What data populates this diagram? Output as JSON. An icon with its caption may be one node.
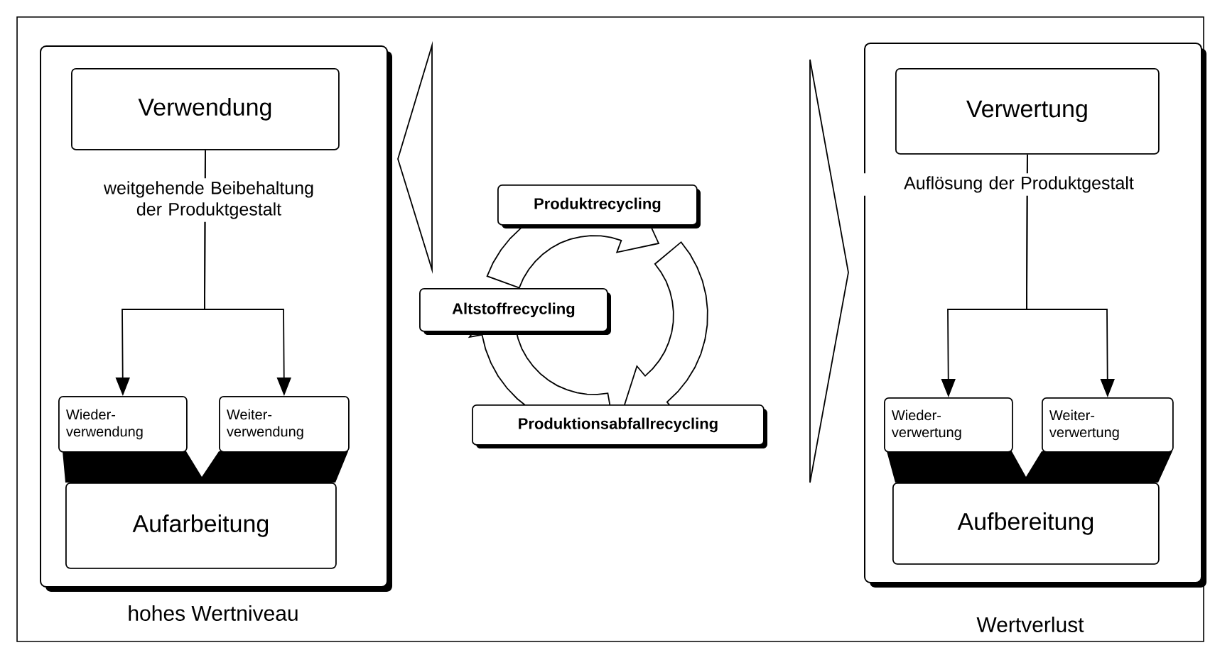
{
  "diagram": {
    "nodes": [
      {
        "text": [],
        "shape": "box",
        "beside": [
          "hohes Wertniveau"
        ]
      },
      {
        "text": [
          "Verwendung"
        ],
        "in": 0
      },
      {
        "text": [
          "Wieder- verwendung"
        ],
        "in": 0
      },
      {
        "text": [
          "Weiter- verwendung"
        ],
        "in": 0
      },
      {
        "text": [
          "Aufarbeitung"
        ],
        "in": 0
      },
      {
        "text": [],
        "shape": "box",
        "beside": [
          "Wertverlust"
        ]
      },
      {
        "text": [
          "Verwertung"
        ],
        "in": 5
      },
      {
        "text": [
          "Wieder- verwertung"
        ],
        "in": 5
      },
      {
        "text": [
          "Weiter- verwertung"
        ],
        "in": 5
      },
      {
        "text": [
          "Aufbereitung"
        ],
        "in": 5
      },
      {
        "text": [
          "Produktrecycling"
        ]
      },
      {
        "text": [
          "Altstoffrecycling"
        ]
      },
      {
        "text": [
          "Produktionsabfallrecycling"
        ]
      }
    ],
    "edges": [
      {
        "from": 1,
        "to": 2,
        "arrow": "to",
        "label": "weitgehende Beibehaltung der Produktgestalt"
      },
      {
        "from": 1,
        "to": 3,
        "arrow": "to"
      },
      {
        "from": 6,
        "to": 7,
        "arrow": "to",
        "label": "Auflösung der Produktgestalt"
      },
      {
        "from": 6,
        "to": 8,
        "arrow": "to"
      }
    ]
  }
}
